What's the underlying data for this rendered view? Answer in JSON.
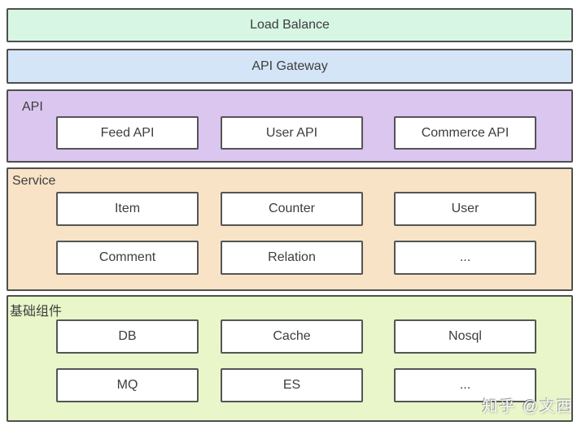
{
  "diagram": {
    "top_bars": [
      {
        "id": "load-balance",
        "label": "Load Balance"
      },
      {
        "id": "api-gateway",
        "label": "API Gateway"
      }
    ],
    "layers": [
      {
        "id": "api",
        "label": "API",
        "rows": [
          [
            "Feed API",
            "User API",
            "Commerce API"
          ]
        ]
      },
      {
        "id": "service",
        "label": "Service",
        "rows": [
          [
            "Item",
            "Counter",
            "User"
          ],
          [
            "Comment",
            "Relation",
            "..."
          ]
        ]
      },
      {
        "id": "base",
        "label": "基础组件",
        "rows": [
          [
            "DB",
            "Cache",
            "Nosql"
          ],
          [
            "MQ",
            "ES",
            "..."
          ]
        ]
      }
    ]
  },
  "watermark": {
    "text": "知乎 @文西"
  },
  "colors": {
    "load_balance_bg": "#d7f6e4",
    "api_gateway_bg": "#d4e5f7",
    "api_layer_bg": "#dac6ef",
    "service_layer_bg": "#f8e3c7",
    "base_layer_bg": "#e8f6c9",
    "node_bg": "#ffffff",
    "border": "#4f4f4f",
    "text": "#3d3d3d"
  }
}
